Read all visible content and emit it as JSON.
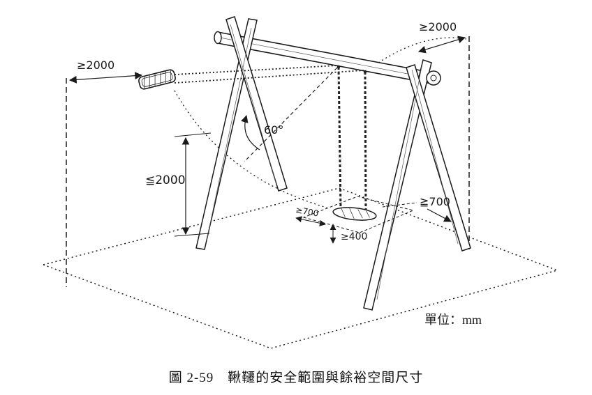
{
  "figure": {
    "caption": "圖 2-59　鞦韆的安全範圍與餘裕空間尺寸",
    "unit_note": "單位：mm",
    "dimensions": {
      "top_right_clearance": "≥2000",
      "left_clearance": "≥2000",
      "max_height": "≦2000",
      "swing_angle": "60°",
      "front_seat_clearance": "≥700",
      "seat_ground_clearance": "≥400",
      "side_clearance": "≧700"
    },
    "colors": {
      "ink": "#1a1a1a",
      "background": "#ffffff"
    }
  }
}
